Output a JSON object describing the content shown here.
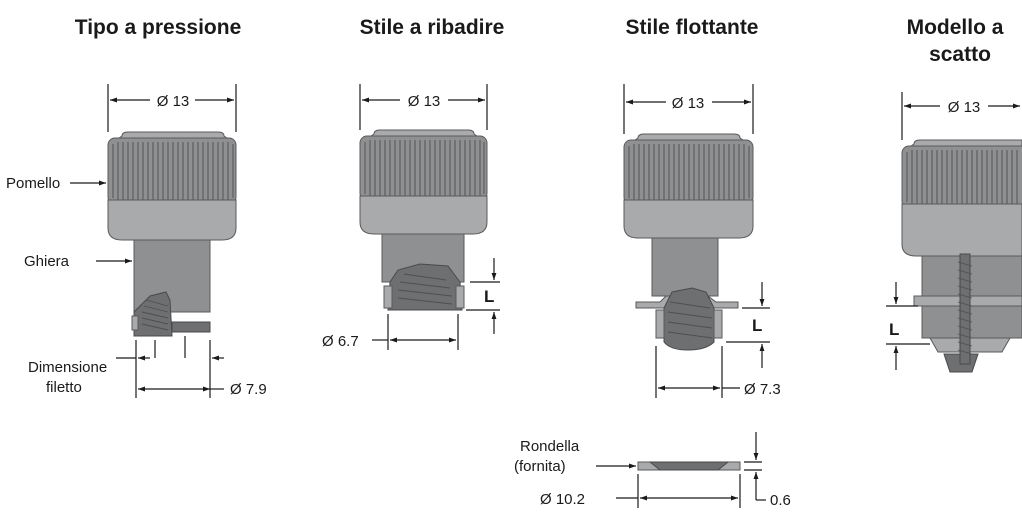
{
  "titles": {
    "press_type": "Tipo a pressione",
    "rivet_style": "Stile a ribadire",
    "floating_style": "Stile flottante",
    "snap_model_line1": "Modello a",
    "snap_model_line2": "scatto"
  },
  "labels": {
    "knob": "Pomello",
    "ferrule": "Ghiera",
    "thread_size_line1": "Dimensione",
    "thread_size_line2": "filetto",
    "washer_line1": "Rondella",
    "washer_line2": "(fornita)",
    "length": "L"
  },
  "dimensions": {
    "press_head": "Ø 13",
    "press_base": "Ø 7.9",
    "rivet_head": "Ø 13",
    "rivet_base": "Ø 6.7",
    "floating_head": "Ø 13",
    "floating_base": "Ø 7.3",
    "snap_head": "Ø 13",
    "washer_diameter": "Ø 10.2",
    "washer_thickness": "0.6"
  }
}
